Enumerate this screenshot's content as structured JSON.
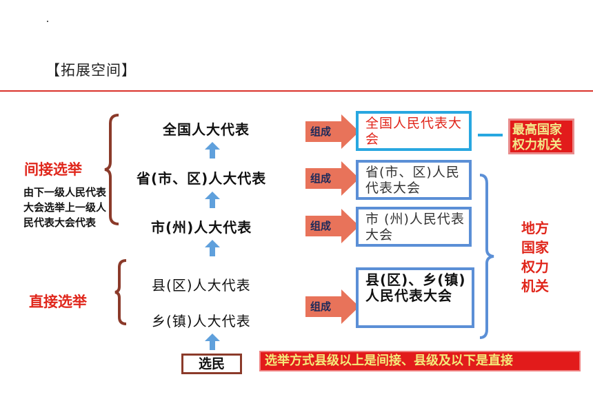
{
  "header": {
    "section_title": "【拓展空间】"
  },
  "levels": {
    "national": "全国人大代表",
    "province": "省(市、区)人大代表",
    "city": "市(州)人大代表",
    "county": "县(区)人大代表",
    "township": "乡(镇)人大代表",
    "voters": "选民"
  },
  "compose_label": "组成",
  "congresses": {
    "national": "全国人民代表大会",
    "province": "省(市、区)人民代表大会",
    "city": "市 (州)人民代表大会",
    "county": "县(区)、乡(镇)人民代表大会"
  },
  "organs": {
    "supreme": "最高国家权力机关",
    "local": "地方国家权力机关"
  },
  "election": {
    "indirect_label": "间接选举",
    "indirect_note": "由下一级人民代表大会选举上一级人民代表大会代表",
    "direct_label": "直接选举"
  },
  "banner": {
    "text": "选举方式县级以上是间接、县级及以下是直接"
  },
  "colors": {
    "accent_red": "#e0261b",
    "box_blue": "#5b8fd6",
    "national_box_cyan": "#28a7e0",
    "brace_brown": "#8b3a2a",
    "arrow_blue": "#5fa0dc",
    "compose_arrow": "#e8735a"
  }
}
